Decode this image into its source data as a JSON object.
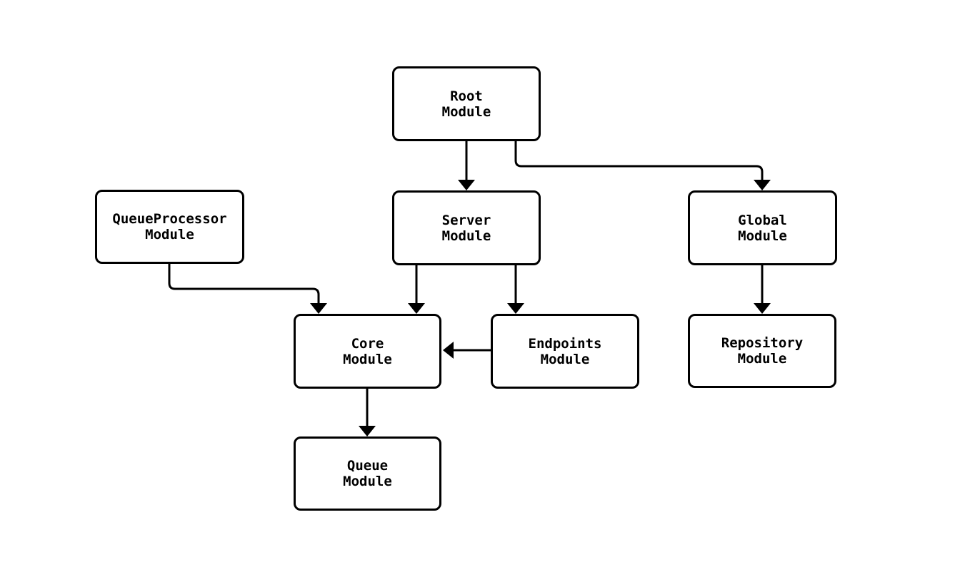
{
  "diagram": {
    "background_color": "#ffffff",
    "stroke_color": "#000000",
    "text_color": "#000000",
    "nodes": [
      {
        "id": "root",
        "line1": "Root",
        "line2": "Module"
      },
      {
        "id": "queueprocessor",
        "line1": "QueueProcessor",
        "line2": "Module"
      },
      {
        "id": "server",
        "line1": "Server",
        "line2": "Module"
      },
      {
        "id": "global",
        "line1": "Global",
        "line2": "Module"
      },
      {
        "id": "core",
        "line1": "Core",
        "line2": "Module"
      },
      {
        "id": "endpoints",
        "line1": "Endpoints",
        "line2": "Module"
      },
      {
        "id": "repository",
        "line1": "Repository",
        "line2": "Module"
      },
      {
        "id": "queue",
        "line1": "Queue",
        "line2": "Module"
      }
    ],
    "edges": [
      {
        "from": "Root Module",
        "to": "Server Module"
      },
      {
        "from": "Root Module",
        "to": "Global Module"
      },
      {
        "from": "QueueProcessor Module",
        "to": "Core Module"
      },
      {
        "from": "Server Module",
        "to": "Core Module"
      },
      {
        "from": "Server Module",
        "to": "Endpoints Module"
      },
      {
        "from": "Endpoints Module",
        "to": "Core Module"
      },
      {
        "from": "Global Module",
        "to": "Repository Module"
      },
      {
        "from": "Core Module",
        "to": "Queue Module"
      }
    ]
  }
}
